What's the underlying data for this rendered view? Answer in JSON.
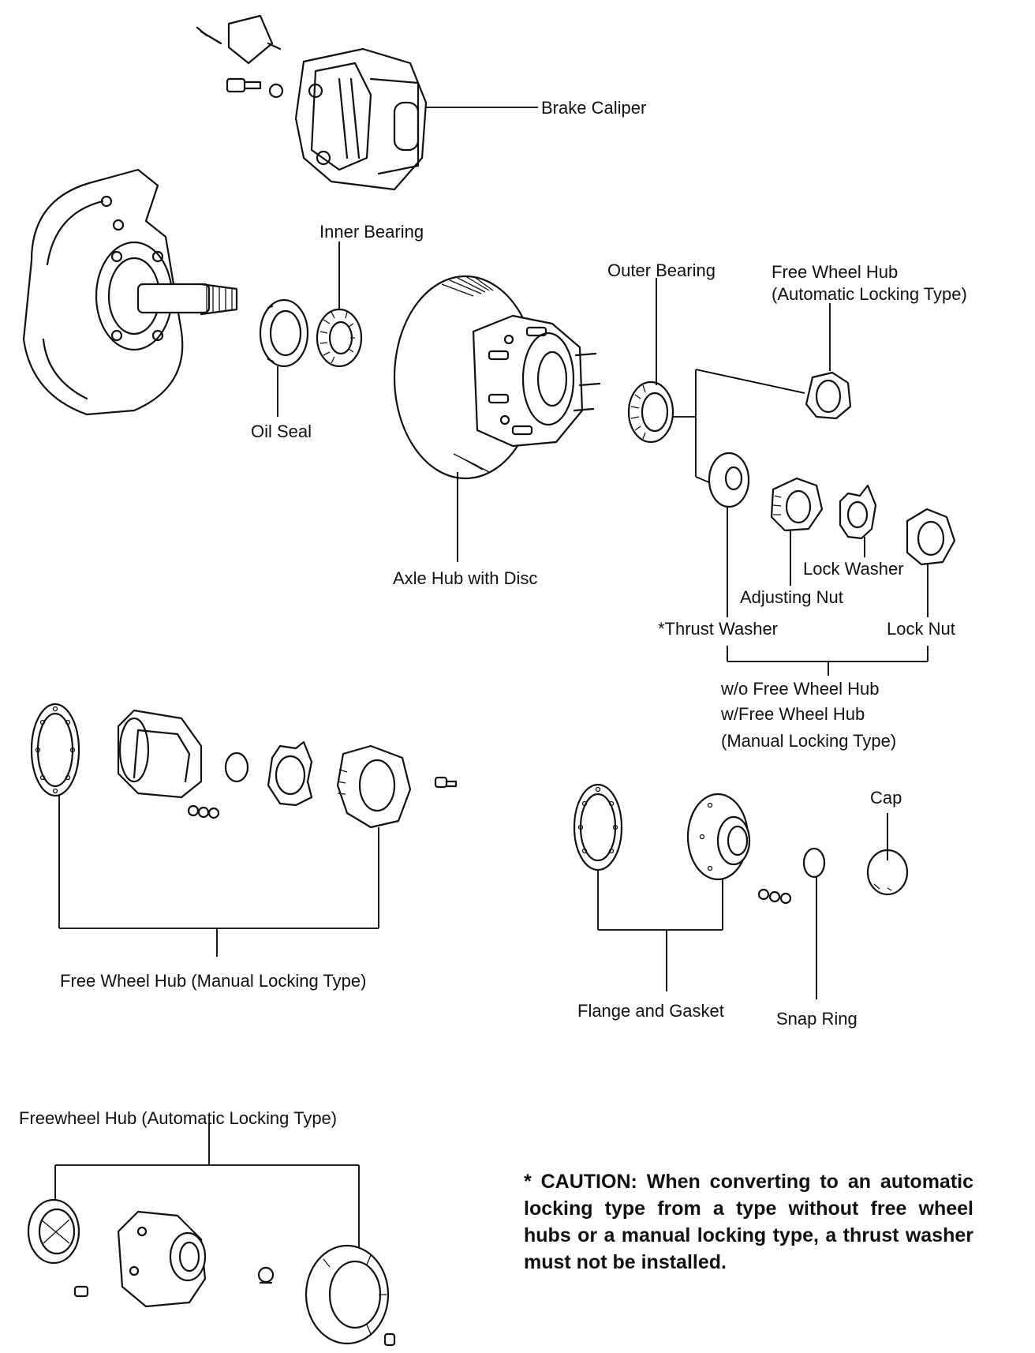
{
  "labels": {
    "brake_caliper": "Brake Caliper",
    "inner_bearing": "Inner Bearing",
    "outer_bearing": "Outer Bearing",
    "free_wheel_hub_auto_1": "Free Wheel Hub",
    "free_wheel_hub_auto_2": "(Automatic Locking Type)",
    "oil_seal": "Oil Seal",
    "axle_hub_with_disc": "Axle Hub with Disc",
    "lock_washer": "Lock Washer",
    "adjusting_nut": "Adjusting Nut",
    "thrust_washer": "*Thrust Washer",
    "lock_nut": "Lock Nut",
    "wo_free_wheel_hub": "w/o Free Wheel Hub",
    "w_free_wheel_hub": "w/Free Wheel Hub",
    "manual_locking_type": "(Manual Locking Type)",
    "free_wheel_hub_manual": "Free Wheel Hub (Manual Locking Type)",
    "cap": "Cap",
    "flange_and_gasket": "Flange and Gasket",
    "snap_ring": "Snap Ring",
    "freewheel_hub_automatic": "Freewheel Hub (Automatic Locking Type)"
  },
  "caution": {
    "text": "* CAUTION: When converting to an automatic locking type from a type without free wheel hubs or a manual locking type, a thrust washer must not be installed."
  }
}
